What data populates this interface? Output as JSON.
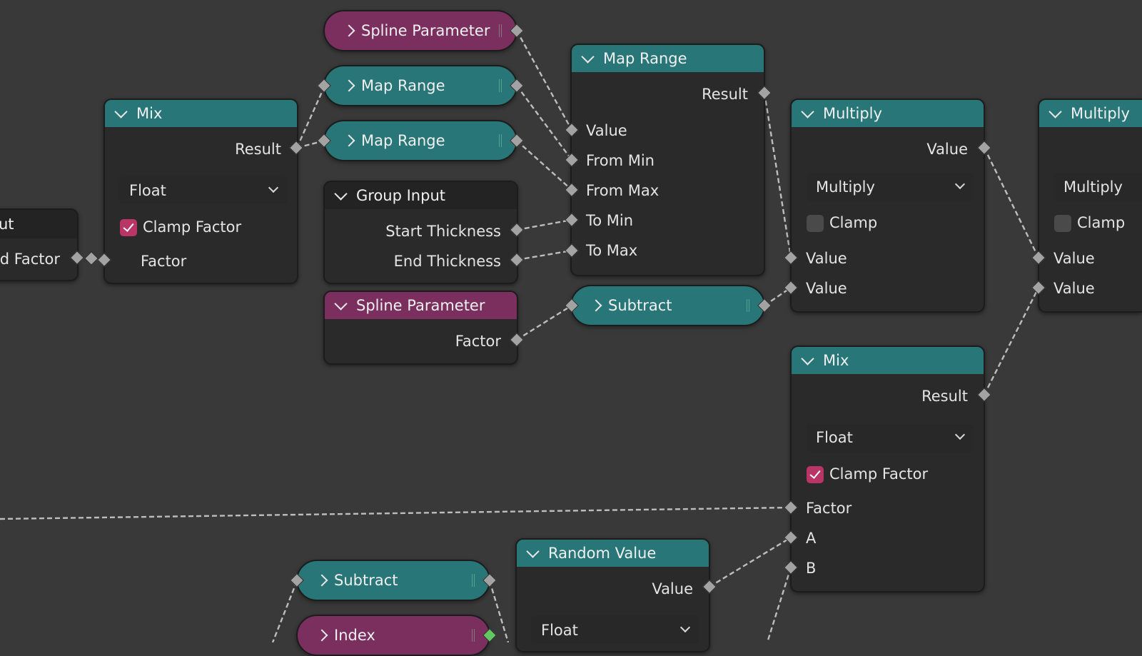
{
  "nodes": {
    "frame_left": {
      "row_top": "ut",
      "socket_label": "nd Factor"
    },
    "mix_left": {
      "title": "Mix",
      "result": "Result",
      "dropdown": "Float",
      "clamp_label": "Clamp Factor",
      "clamp_checked": true,
      "factor": "Factor"
    },
    "spline_param_top": {
      "title": "Spline Parameter"
    },
    "map_range_collapsed_1": {
      "title": "Map Range"
    },
    "map_range_collapsed_2": {
      "title": "Map Range"
    },
    "group_input": {
      "title": "Group Input",
      "out1": "Start Thickness",
      "out2": "End Thickness"
    },
    "spline_param_expanded": {
      "title": "Spline Parameter",
      "out": "Factor"
    },
    "map_range_main": {
      "title": "Map Range",
      "result": "Result",
      "in_value": "Value",
      "in_from_min": "From Min",
      "in_from_max": "From Max",
      "in_to_min": "To Min",
      "in_to_max": "To Max"
    },
    "subtract_top": {
      "title": "Subtract"
    },
    "multiply_1": {
      "title": "Multiply",
      "out": "Value",
      "dropdown": "Multiply",
      "clamp_label": "Clamp",
      "clamp_checked": false,
      "in1": "Value",
      "in2": "Value"
    },
    "multiply_2": {
      "title": "Multiply",
      "dropdown": "Multiply",
      "clamp_label": "Clamp",
      "clamp_checked": false,
      "in1": "Value",
      "in2": "Value"
    },
    "mix_right": {
      "title": "Mix",
      "result": "Result",
      "dropdown": "Float",
      "clamp_label": "Clamp Factor",
      "clamp_checked": true,
      "factor": "Factor",
      "a": "A",
      "b": "B"
    },
    "subtract_bottom": {
      "title": "Subtract"
    },
    "index": {
      "title": "Index"
    },
    "random_value": {
      "title": "Random Value",
      "out": "Value",
      "dropdown": "Float"
    }
  },
  "colors": {
    "canvas": "#393939",
    "node_body": "#2b2a2b",
    "header_teal": "#287677",
    "header_magenta": "#7a2f5f",
    "header_dark": "#232323",
    "socket_grey": "#a3a3a3",
    "socket_green": "#63c763",
    "checkbox_on": "#b83565",
    "wire": "#c8c8c8"
  }
}
